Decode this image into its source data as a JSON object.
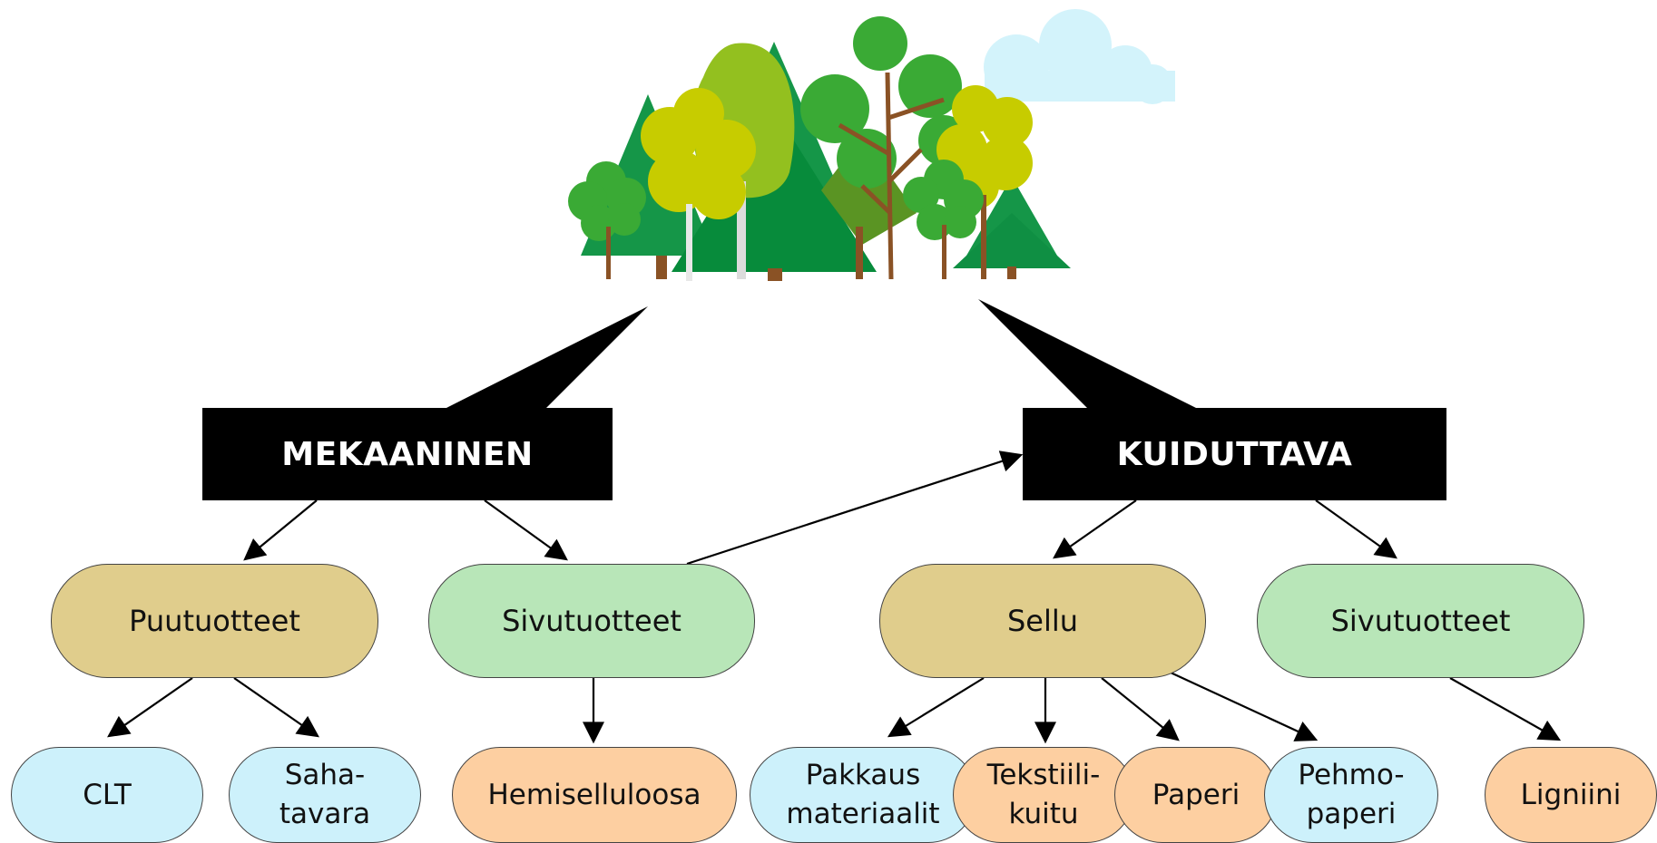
{
  "colors": {
    "category_fill": "#000000",
    "category_text": "#ffffff",
    "product": "#e0cd8c",
    "byproduct": "#b8e6b8",
    "end_use_blue": "#cdf1fb",
    "end_use_orange": "#fdcfa1",
    "arrow": "#000000"
  },
  "illustration": {
    "icon": "forest-icon"
  },
  "categories": {
    "mechanical": "MEKAANINEN",
    "fibre": "KUIDUTTAVA"
  },
  "nodes": {
    "puutuotteet": "Puutuotteet",
    "sivutuotteet_mech": "Sivutuotteet",
    "sellu": "Sellu",
    "sivutuotteet_fibre": "Sivutuotteet",
    "clt": "CLT",
    "sahatavara": "Saha-\ntavara",
    "hemiselluloosa": "Hemiselluloosa",
    "pakkausmateriaalit": "Pakkaus\nmateriaalit",
    "tekstiilikuitu": "Tekstiili-\nkuitu",
    "paperi": "Paperi",
    "pehmopaperi": "Pehmo-\npaperi",
    "ligniini": "Ligniini"
  }
}
